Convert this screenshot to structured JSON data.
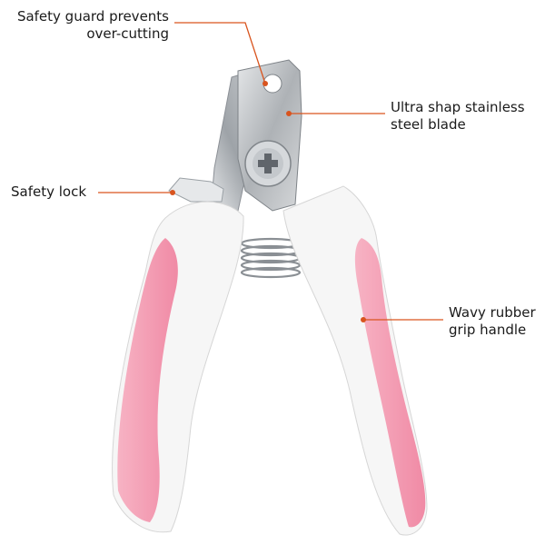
{
  "callouts": {
    "safety_guard": [
      "Safety guard prevents",
      "over-cutting"
    ],
    "blade": [
      "Ultra shap stainless",
      "steel blade"
    ],
    "safety_lock": [
      "Safety lock"
    ],
    "grip": [
      "Wavy rubber",
      "grip handle"
    ]
  },
  "colors": {
    "leader_line": "#d9541e",
    "handle_white": "#f6f6f6",
    "grip_pink": "#f4a2b8",
    "blade_steel": "#b8bcc0"
  },
  "icons": [
    "screw-icon",
    "spring-icon"
  ]
}
